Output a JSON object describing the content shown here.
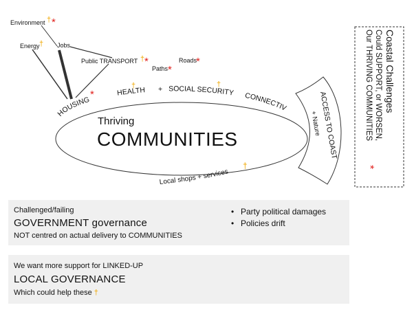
{
  "diagram": {
    "side_box": {
      "title": "Coastal Challenges",
      "line2": "Could SUPPORT, or WORSEN,",
      "line3": "Our THRIVING COMMUNITIES",
      "marker": "*"
    },
    "center": {
      "small": "Thriving",
      "big": "COMMUNITIES"
    },
    "arc_labels": {
      "housing": "HOUSING",
      "health": "HEALTH",
      "plus": "+",
      "social_security": "SOCIAL SECURITY",
      "connectivity": "CONNECTIVITY"
    },
    "bottom_label": "Local shops + services",
    "coast_box": {
      "line1": "ACCESS TO COAST",
      "line2": "+ Nature"
    },
    "nodes": {
      "environment": "Environment",
      "energy": "Energy",
      "jobs": "Jobs",
      "public_transport": "Public TRANSPORT",
      "paths": "Paths",
      "roads": "Roads"
    },
    "markers": {
      "dagger": "†",
      "star": "*"
    },
    "colors": {
      "dagger": "#f0a800",
      "star": "#e0201c",
      "line": "#333333"
    }
  },
  "government_box": {
    "line1": "Challenged/failing",
    "big_strong": "GOVERNMENT",
    "big_rest": "governance",
    "line3": "NOT centred on actual delivery to COMMUNITIES",
    "bullets": [
      "Party political damages",
      "Policies drift"
    ]
  },
  "local_box": {
    "line1": "We want more support for LINKED-UP",
    "big": "LOCAL GOVERNANCE",
    "line3": "Which could help these",
    "marker": "†"
  }
}
